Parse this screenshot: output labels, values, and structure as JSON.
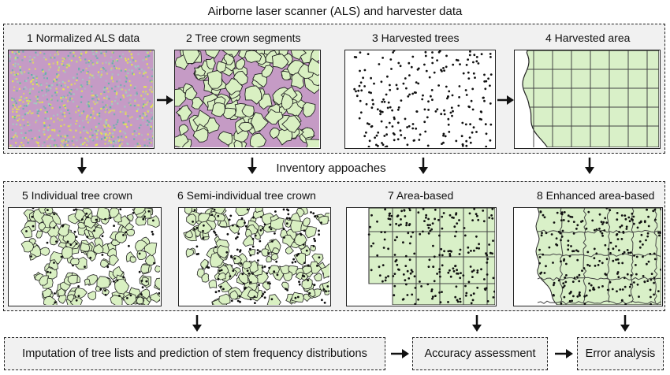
{
  "header": {
    "title": "Airborne laser scanner (ALS) and harvester data"
  },
  "section2": {
    "title": "Inventory appoaches"
  },
  "top_panels": [
    {
      "label": "1 Normalized ALS data"
    },
    {
      "label": "2 Tree crown segments"
    },
    {
      "label": "3 Harvested trees"
    },
    {
      "label": "4 Harvested area"
    }
  ],
  "bottom_panels": [
    {
      "label": "5 Individual tree crown"
    },
    {
      "label": "6 Semi-individual tree crown"
    },
    {
      "label": "7 Area-based"
    },
    {
      "label": "8 Enhanced area-based"
    }
  ],
  "outputs": {
    "imputation": "Imputation of tree lists and prediction of stem frequency distributions",
    "accuracy": "Accuracy assessment",
    "error": "Error analysis"
  },
  "colors": {
    "als_background": "#c59bc5",
    "als_high": "#e6e84a",
    "als_mid": "#5fb3a8",
    "crown_fill": "#d9f0c2",
    "area_fill": "#d9f0c8",
    "grid_line": "#444444",
    "dot": "#111111",
    "arrow": "#111111"
  }
}
